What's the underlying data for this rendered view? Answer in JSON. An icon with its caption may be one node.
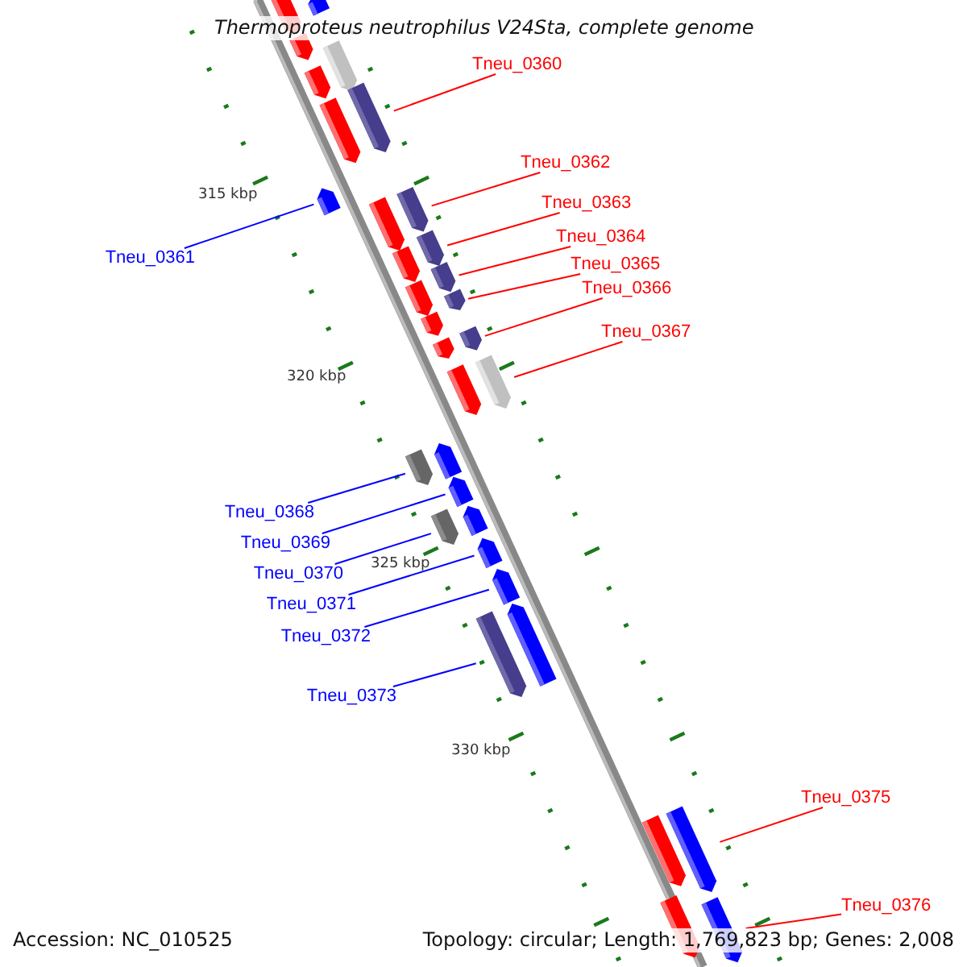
{
  "diagram": {
    "title": "Thermoproteus neutrophilus V24Sta, complete genome",
    "nodes": [
      {
        "text": [
          "Tneu_0360"
        ]
      },
      {
        "text": [
          "Tneu_0361"
        ]
      },
      {
        "text": [
          "Tneu_0362"
        ]
      },
      {
        "text": [
          "Tneu_0363"
        ]
      },
      {
        "text": [
          "Tneu_0364"
        ]
      },
      {
        "text": [
          "Tneu_0365"
        ]
      },
      {
        "text": [
          "Tneu_0366"
        ]
      },
      {
        "text": [
          "Tneu_0367"
        ]
      },
      {
        "text": [
          "Tneu_0368"
        ]
      },
      {
        "text": [
          "Tneu_0369"
        ]
      },
      {
        "text": [
          "Tneu_0370"
        ]
      },
      {
        "text": [
          "Tneu_0371"
        ]
      },
      {
        "text": [
          "Tneu_0372"
        ]
      },
      {
        "text": [
          "Tneu_0373"
        ]
      },
      {
        "text": [
          "Tneu_0375"
        ]
      },
      {
        "text": [
          "Tneu_0376"
        ]
      },
      {
        "text": [],
        "shape": "bar"
      },
      {
        "text": [],
        "shape": "bar"
      },
      {
        "text": [],
        "shape": "bar"
      },
      {
        "text": [],
        "shape": "bar"
      },
      {
        "text": [],
        "shape": "bar"
      },
      {
        "text": [],
        "shape": "bar"
      },
      {
        "text": [],
        "shape": "bar"
      },
      {
        "text": [],
        "shape": "bar"
      },
      {
        "text": [],
        "shape": "bar"
      },
      {
        "text": [],
        "shape": "bar"
      },
      {
        "text": [],
        "shape": "bar"
      },
      {
        "text": [],
        "shape": "bar"
      },
      {
        "text": [],
        "shape": "bar"
      },
      {
        "text": [],
        "shape": "bar"
      },
      {
        "text": [],
        "shape": "bar"
      },
      {
        "text": [],
        "shape": "bar"
      },
      {
        "text": [],
        "shape": "bar"
      },
      {
        "text": [],
        "shape": "bar"
      },
      {
        "text": [],
        "shape": "bar"
      },
      {
        "text": [],
        "shape": "bar"
      },
      {
        "text": [],
        "shape": "bar"
      },
      {
        "text": [],
        "shape": "bar"
      },
      {
        "text": [],
        "shape": "bar"
      },
      {
        "text": [],
        "shape": "bar"
      },
      {
        "text": [],
        "shape": "bar"
      },
      {
        "text": [],
        "shape": "bar"
      },
      {
        "text": [],
        "shape": "bar"
      },
      {
        "text": [],
        "shape": "bar"
      },
      {
        "text": [],
        "shape": "bar"
      },
      {
        "text": [],
        "shape": "bar"
      },
      {
        "text": [],
        "shape": "bar"
      },
      {
        "text": [],
        "shape": "bar"
      },
      {
        "text": [],
        "shape": "bar"
      }
    ],
    "edges": [
      {
        "from": 0,
        "to": 21,
        "arrow": "none"
      },
      {
        "from": 1,
        "to": 23,
        "arrow": "none",
        "color": "#0000ff"
      },
      {
        "from": 2,
        "to": 24,
        "arrow": "none"
      },
      {
        "from": 3,
        "to": 26,
        "arrow": "none"
      },
      {
        "from": 4,
        "to": 28,
        "arrow": "none"
      },
      {
        "from": 5,
        "to": 30,
        "arrow": "none"
      },
      {
        "from": 6,
        "to": 32,
        "arrow": "none"
      },
      {
        "from": 7,
        "to": 34,
        "arrow": "none"
      },
      {
        "from": 8,
        "to": 37,
        "arrow": "none",
        "color": "#0000ff"
      },
      {
        "from": 9,
        "to": 38,
        "arrow": "none",
        "color": "#0000ff"
      },
      {
        "from": 10,
        "to": 40,
        "arrow": "none",
        "color": "#0000ff"
      },
      {
        "from": 11,
        "to": 41,
        "arrow": "none",
        "color": "#0000ff"
      },
      {
        "from": 12,
        "to": 42,
        "arrow": "none",
        "color": "#0000ff"
      },
      {
        "from": 13,
        "to": 44,
        "arrow": "none",
        "color": "#0000ff"
      },
      {
        "from": 14,
        "to": 45,
        "arrow": "none"
      },
      {
        "from": 15,
        "to": 48,
        "arrow": "none"
      }
    ],
    "labels": [
      "315 kbp",
      "320 kbp",
      "325 kbp",
      "330 kbp",
      "Accession: NC_010525",
      "Topology: circular; Length: 1,769,823 bp; Genes: 2,008"
    ]
  }
}
